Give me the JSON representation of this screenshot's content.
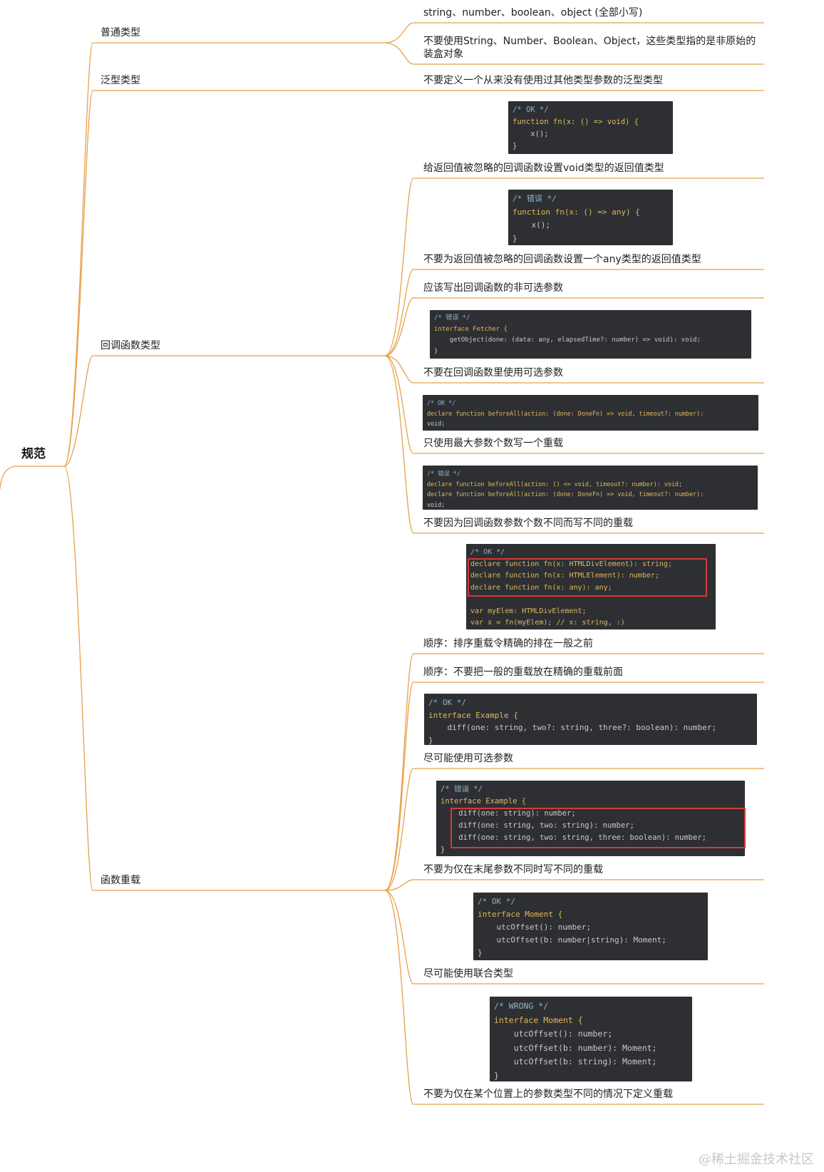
{
  "root": {
    "label": "规范"
  },
  "categories": [
    {
      "label": "普通类型"
    },
    {
      "label": "泛型类型"
    },
    {
      "label": "回调函数类型"
    },
    {
      "label": "函数重载"
    }
  ],
  "rules": [
    {
      "text": "string、number、boolean、object (全部小写)"
    },
    {
      "text": "不要使用String、Number、Boolean、Object，这些类型指的是非原始的装盒对象"
    },
    {
      "text": "不要定义一个从来没有使用过其他类型参数的泛型类型"
    },
    {
      "text": "给返回值被忽略的回调函数设置void类型的返回值类型"
    },
    {
      "text": "不要为返回值被忽略的回调函数设置一个any类型的返回值类型"
    },
    {
      "text": "应该写出回调函数的非可选参数"
    },
    {
      "text": "不要在回调函数里使用可选参数"
    },
    {
      "text": "只使用最大参数个数写一个重载"
    },
    {
      "text": "不要因为回调函数参数个数不同而写不同的重载"
    },
    {
      "text": "顺序：排序重载令精确的排在一般之前"
    },
    {
      "text": "顺序：不要把一般的重载放在精确的重载前面"
    },
    {
      "text": "尽可能使用可选参数"
    },
    {
      "text": "不要为仅在末尾参数不同时写不同的重载"
    },
    {
      "text": "尽可能使用联合类型"
    },
    {
      "text": "不要为仅在某个位置上的参数类型不同的情况下定义重载"
    }
  ],
  "code_blocks": [
    {
      "lines": [
        "/* OK */",
        "function fn(x: () => void) {",
        "    x();",
        "}"
      ]
    },
    {
      "lines": [
        "/* 错误 */",
        "function fn(x: () => any) {",
        "    x();",
        "}"
      ]
    },
    {
      "lines": [
        "/* 错误 */",
        "interface Fetcher {",
        "    getObject(done: (data: any, elapsedTime?: number) => void): void;",
        "}"
      ]
    },
    {
      "lines": [
        "/* OK */",
        "declare function beforeAll(action: (done: DoneFn) => void, timeout?: number):",
        "void;"
      ]
    },
    {
      "lines": [
        "/* 错误 */",
        "declare function beforeAll(action: () => void, timeout?: number): void;",
        "declare function beforeAll(action: (done: DoneFn) => void, timeout?: number):",
        "void;"
      ]
    },
    {
      "lines": [
        "/* OK */",
        "declare function fn(x: HTMLDivElement): string;",
        "declare function fn(x: HTMLElement): number;",
        "declare function fn(x: any): any;",
        "",
        "var myElem: HTMLDivElement;",
        "var x = fn(myElem); // x: string, :)"
      ]
    },
    {
      "lines": [
        "/* OK */",
        "interface Example {",
        "    diff(one: string, two?: string, three?: boolean): number;",
        "}"
      ]
    },
    {
      "lines": [
        "/* 错误 */",
        "interface Example {",
        "    diff(one: string): number;",
        "    diff(one: string, two: string): number;",
        "    diff(one: string, two: string, three: boolean): number;",
        "}"
      ]
    },
    {
      "lines": [
        "/* OK */",
        "interface Moment {",
        "    utcOffset(): number;",
        "    utcOffset(b: number|string): Moment;",
        "}"
      ]
    },
    {
      "lines": [
        "/* WRONG */",
        "interface Moment {",
        "    utcOffset(): number;",
        "    utcOffset(b: number): Moment;",
        "    utcOffset(b: string): Moment;",
        "}"
      ]
    }
  ],
  "watermark": "@稀土掘金技术社区",
  "colors": {
    "edge": "#e8a04a",
    "code_bg": "#2d2f33",
    "highlight": "#d23a36"
  }
}
